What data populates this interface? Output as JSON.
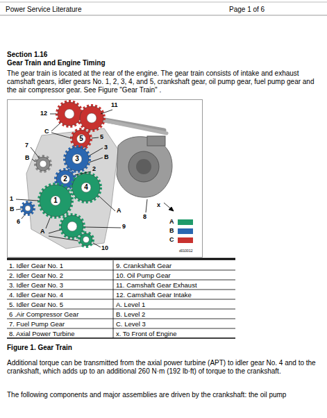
{
  "diagram": {
    "title": "Gear Train and Engine Timing",
    "caption": "Figure 1. Gear Train",
    "labels": [
      "Power Service Literature",
      "Page 1 of 6",
      "Section 1.16",
      "The gear train is located at the rear of the engine. The gear train consists of intake and exhaust camshaft gears, idler gears No. 1, 2, 3, 4, and 5, crankshaft gear, oil pump gear, fuel pump gear and the air compressor gear. See Figure \"Gear Train\" .",
      "12",
      "C",
      "11",
      "5",
      "5",
      "3",
      "B",
      "7",
      "B",
      "3",
      "2",
      "2",
      "4",
      "1",
      "1",
      "B",
      "6",
      "A",
      "A",
      "9",
      "8",
      "x",
      "10",
      "d010012",
      "1. Idler Gear No. 1",
      "9. Crankshaft Gear",
      "2. Idler Gear No. 2",
      "10. Oil Pump Gear",
      "3. Idler Gear No. 3",
      "11. Camshaft Gear Exhaust",
      "4. Idler Gear No. 4",
      "12. Camshaft Gear Intake",
      "5. Idler Gear No. 5",
      "A. Level 1",
      "6 .Air Compressor Gear",
      "B. Level 2",
      "7. Fuel Pump Gear",
      "C. Level 3",
      "8. Axial Power Turbine",
      "x. To Front of Engine",
      "Additional torque can be transmitted from the axial power turbine (APT) to idler gear No. 4 and to the crankshaft, which adds up to an additional 260 N·m (192 lb·ft) of torque to the crankshaft.",
      "The following components and major assemblies are driven by the crankshaft: the oil pump"
    ],
    "legend": [
      {
        "text": "A",
        "color": "#1f9a6a"
      },
      {
        "text": "B",
        "color": "#2a67b1"
      },
      {
        "text": "C",
        "color": "#c8322f"
      }
    ]
  }
}
